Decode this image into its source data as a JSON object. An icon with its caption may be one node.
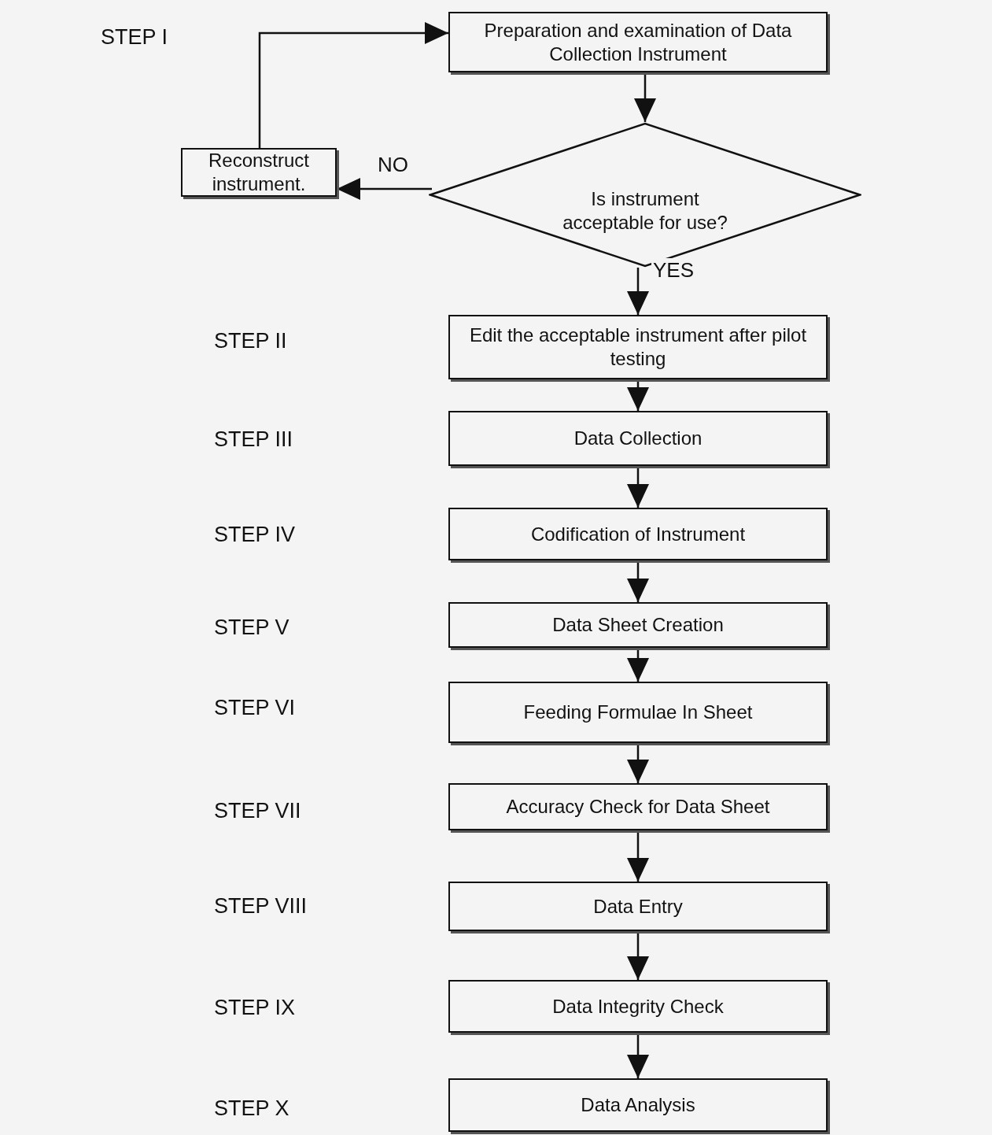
{
  "diagram": {
    "nodes": [
      {
        "text": [
          "Preparation and examination of Data Collection Instrument"
        ]
      },
      {
        "text": [
          "Is instrument acceptable for use?"
        ]
      },
      {
        "text": [
          "Reconstruct instrument."
        ]
      },
      {
        "text": [
          "Edit the acceptable instrument after pilot testing"
        ]
      },
      {
        "text": [
          "Data Collection"
        ]
      },
      {
        "text": [
          "Codification of Instrument"
        ]
      },
      {
        "text": [
          "Data Sheet Creation"
        ]
      },
      {
        "text": [
          "Feeding Formulae In Sheet"
        ]
      },
      {
        "text": [
          "Accuracy Check for Data Sheet"
        ]
      },
      {
        "text": [
          "Data Entry"
        ]
      },
      {
        "text": [
          "Data Integrity Check"
        ]
      },
      {
        "text": [
          "Data Analysis"
        ]
      }
    ],
    "edges": [
      {
        "from": 0,
        "to": 1,
        "arrow": "to"
      },
      {
        "from": 1,
        "to": 2,
        "arrow": "to",
        "label": "NO"
      },
      {
        "from": 2,
        "to": 0,
        "arrow": "to"
      },
      {
        "from": 1,
        "to": 3,
        "arrow": "to",
        "label": "YES"
      },
      {
        "from": 3,
        "to": 4,
        "arrow": "to"
      },
      {
        "from": 4,
        "to": 5,
        "arrow": "to"
      },
      {
        "from": 5,
        "to": 6,
        "arrow": "to"
      },
      {
        "from": 6,
        "to": 7,
        "arrow": "to"
      },
      {
        "from": 7,
        "to": 8,
        "arrow": "to"
      },
      {
        "from": 8,
        "to": 9,
        "arrow": "to"
      },
      {
        "from": 9,
        "to": 10,
        "arrow": "to"
      },
      {
        "from": 10,
        "to": 11,
        "arrow": "to"
      }
    ],
    "labels": [
      "STEP I",
      "STEP II",
      "STEP III",
      "STEP IV",
      "STEP V",
      "STEP VI",
      "STEP VII",
      "STEP VIII",
      "STEP IX",
      "STEP X"
    ]
  }
}
